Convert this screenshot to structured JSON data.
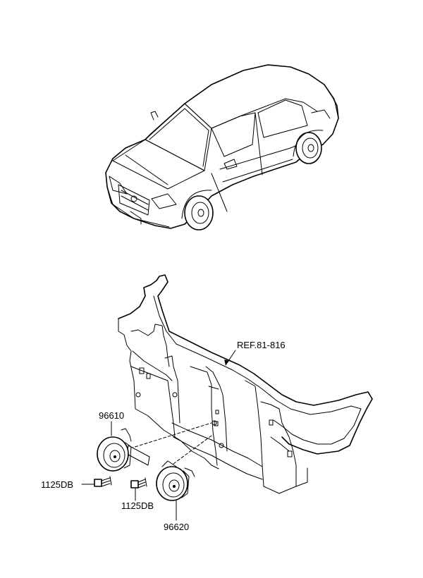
{
  "labels": {
    "ref": "REF.81-816",
    "horn_upper": "96610",
    "horn_lower": "96620",
    "bolt_left": "1125DB",
    "bolt_center": "1125DB"
  },
  "icons": {
    "vehicle": "sedan-car-icon",
    "carrier": "front-end-module-carrier-icon",
    "horn": "horn-icon",
    "bolt": "bolt-icon"
  }
}
